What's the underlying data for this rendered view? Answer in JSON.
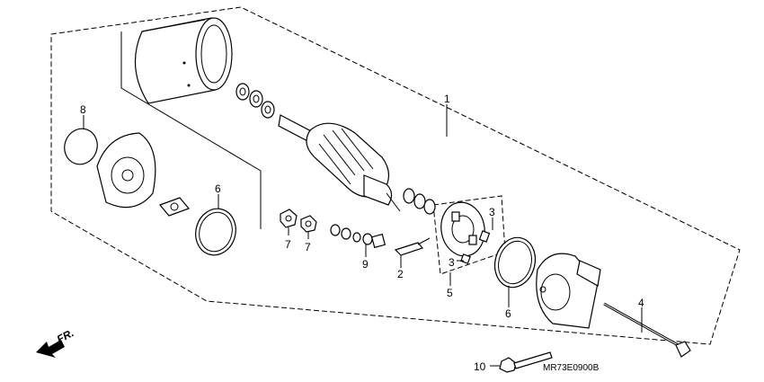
{
  "callouts": [
    "1",
    "2",
    "3",
    "3",
    "4",
    "5",
    "6",
    "6",
    "7",
    "7",
    "8",
    "9",
    "10"
  ],
  "direction_label": "FR.",
  "diagram_code": "MR73E0900B"
}
